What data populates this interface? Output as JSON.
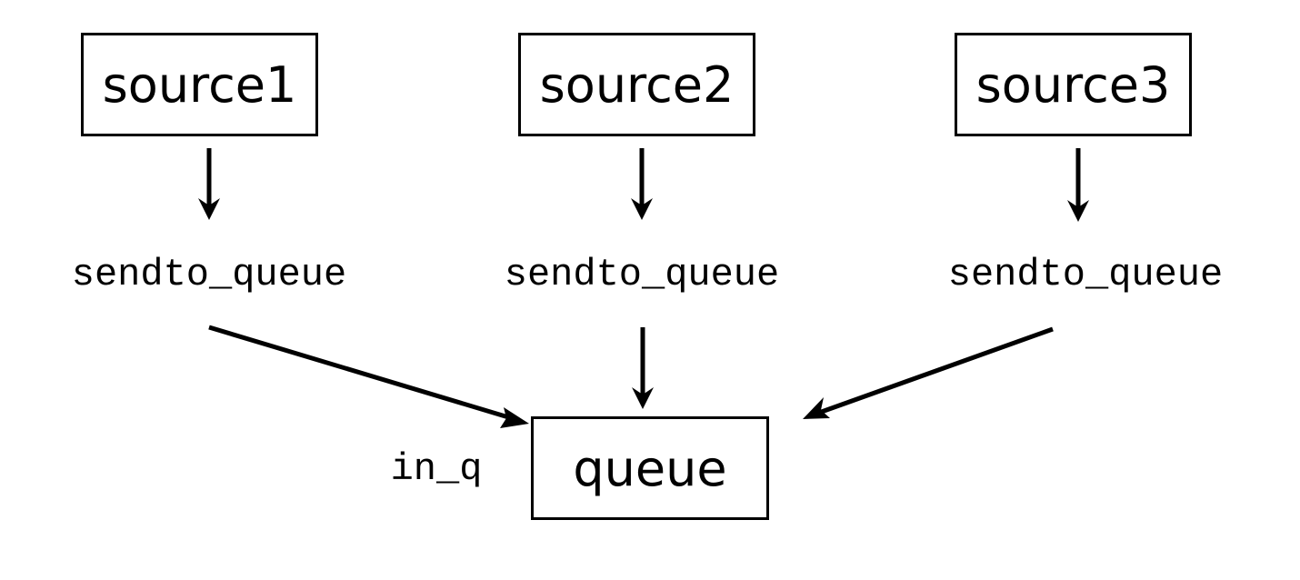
{
  "sources": [
    {
      "label": "source1"
    },
    {
      "label": "source2"
    },
    {
      "label": "source3"
    }
  ],
  "calls": [
    {
      "label": "sendto_queue"
    },
    {
      "label": "sendto_queue"
    },
    {
      "label": "sendto_queue"
    }
  ],
  "queue": {
    "label": "queue",
    "variable": "in_q"
  },
  "colors": {
    "stroke": "#000000",
    "background": "#ffffff"
  }
}
